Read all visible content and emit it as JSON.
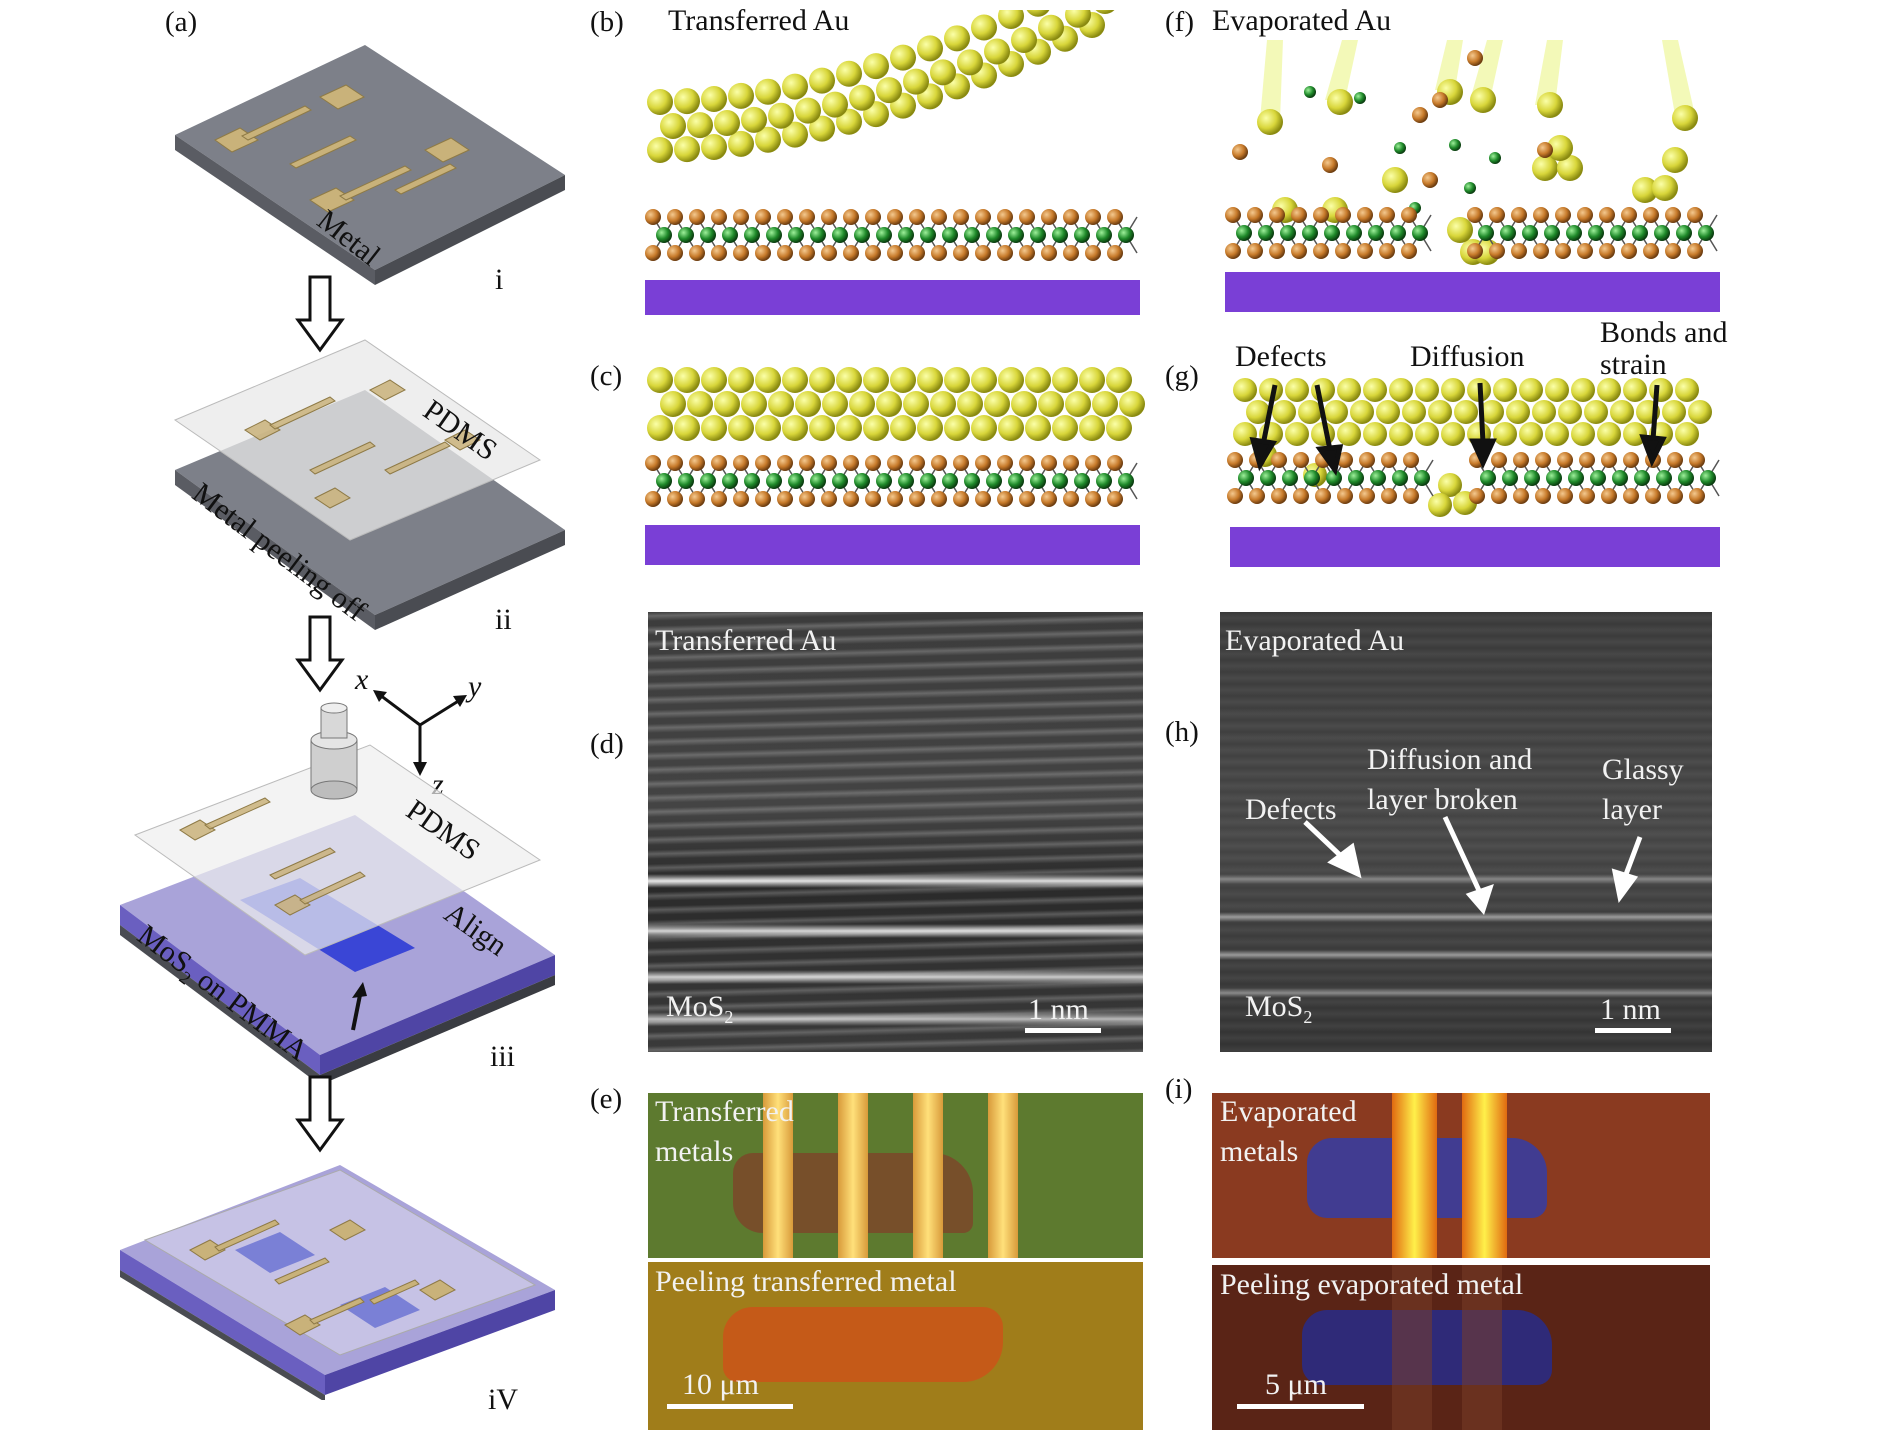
{
  "panels": {
    "a": {
      "tag": "(a)",
      "steps": [
        "i",
        "ii",
        "iii",
        "iV"
      ],
      "labels": {
        "metal": "Metal",
        "pdms1": "PDMS",
        "peel": "Metal peeling off",
        "x": "x",
        "y": "y",
        "z": "z",
        "pdms2": "PDMS",
        "align": "Align",
        "mos2_a": "MoS",
        "mos2_sub": "2",
        "mos2_b": " on PMMA"
      }
    },
    "b": {
      "tag": "(b)",
      "title": "Transferred Au"
    },
    "c": {
      "tag": "(c)"
    },
    "d": {
      "tag": "(d)",
      "title": "Transferred Au",
      "mos_a": "MoS",
      "mos_sub": "2",
      "scale": "1 nm"
    },
    "e": {
      "tag": "(e)",
      "top_a": "Transferred",
      "top_b": "metals",
      "bottom": "Peeling transferred metal",
      "scale": "10 μm"
    },
    "f": {
      "tag": "(f)",
      "title": "Evaporated Au"
    },
    "g": {
      "tag": "(g)",
      "defects": "Defects",
      "diffusion": "Diffusion",
      "bonds_a": "Bonds and",
      "bonds_b": "strain"
    },
    "h": {
      "tag": "(h)",
      "title": "Evaporated Au",
      "defects": "Defects",
      "diff_a": "Diffusion and",
      "diff_b": "layer broken",
      "glassy_a": "Glassy",
      "glassy_b": "layer",
      "mos_a": "MoS",
      "mos_sub": "2",
      "scale": "1 nm"
    },
    "i": {
      "tag": "(i)",
      "top_a": "Evaporated",
      "top_b": "metals",
      "bottom": "Peeling evaporated metal",
      "scale": "5 μm"
    }
  },
  "colors": {
    "gold": "#d8d63a",
    "copper": "#c77a2a",
    "green": "#1f8a2a",
    "substrate": "#7a3fd6",
    "device_substrate": "#8f8fa0",
    "pdms": "#e6e6e6",
    "mos2_blue": "#3a46d6",
    "electrode": "#c9b27a"
  }
}
